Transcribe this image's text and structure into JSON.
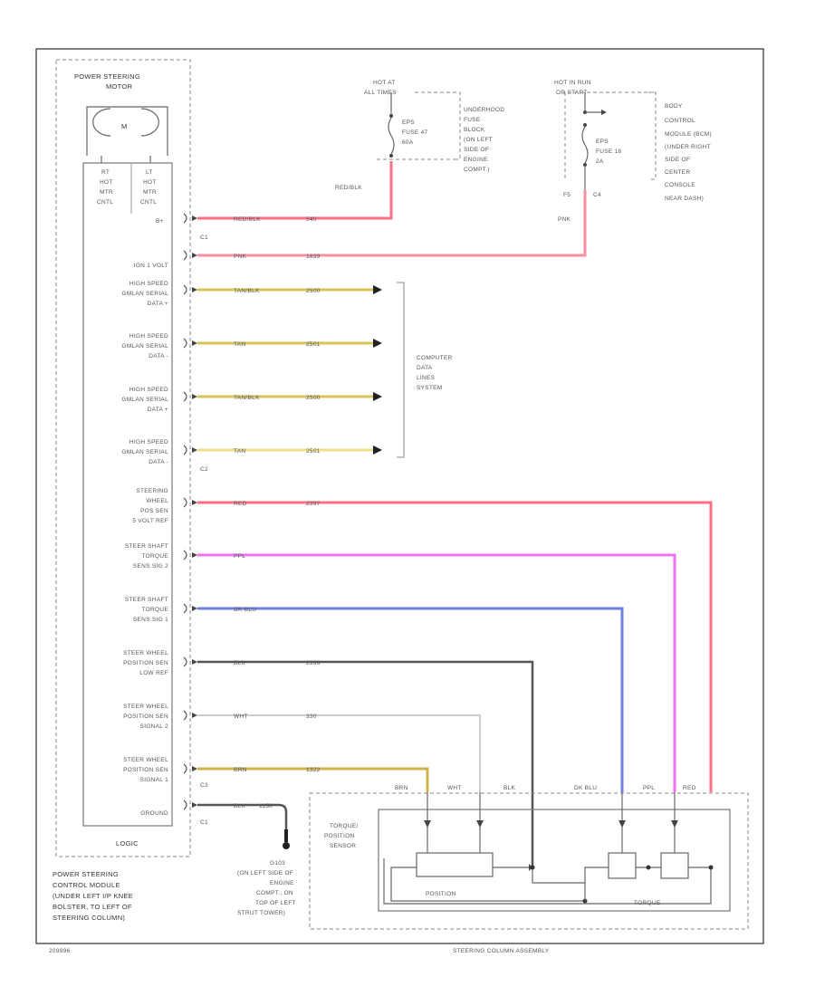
{
  "ps_motor": {
    "title": "POWER STEERING",
    "sub": "MOTOR",
    "symbol": "M"
  },
  "module_terms": [
    "RT",
    "HOT",
    "MTR",
    "CNTL",
    "LT",
    "HOT",
    "MTR",
    "CNTL"
  ],
  "bplus": "B+",
  "connectors": {
    "c1": "C1",
    "c1b": "C1",
    "c2": "C2",
    "c3": "C3"
  },
  "pins": [
    {
      "label": [
        "IGN 1 VOLT"
      ],
      "color": "PNK",
      "circuit": "1639"
    },
    {
      "label": [
        "HIGH SPEED",
        "GMLAN SERIAL",
        "DATA +"
      ],
      "color": "TAN/BLK",
      "circuit": "2500"
    },
    {
      "label": [
        "HIGH SPEED",
        "GMLAN SERIAL",
        "DATA -"
      ],
      "color": "TAN",
      "circuit": "2501"
    },
    {
      "label": [
        "HIGH SPEED",
        "GMLAN SERIAL",
        "DATA +"
      ],
      "color": "TAN/BLK",
      "circuit": "2500"
    },
    {
      "label": [
        "HIGH SPEED",
        "GMLAN SERIAL",
        "DATA -"
      ],
      "color": "TAN",
      "circuit": "2501"
    },
    {
      "label": [
        "STEERING",
        "WHEEL",
        "POS SEN",
        "5 VOLT REF"
      ],
      "color": "RED",
      "circuit": "2397"
    },
    {
      "label": [
        "STEER SHAFT",
        "TORQUE",
        "SENS SIG 2"
      ],
      "color": "PPL",
      "circuit": ""
    },
    {
      "label": [
        "STEER SHAFT",
        "TORQUE",
        "SENS SIG 1"
      ],
      "color": "DK BLU",
      "circuit": ""
    },
    {
      "label": [
        "STEER WHEEL",
        "POSITION SEN",
        "LOW REF"
      ],
      "color": "BLK",
      "circuit": "2398"
    },
    {
      "label": [
        "STEER WHEEL",
        "POSITION SEN",
        "SIGNAL 2"
      ],
      "color": "WHT",
      "circuit": "330"
    },
    {
      "label": [
        "STEER WHEEL",
        "POSITION SEN",
        "SIGNAL 1"
      ],
      "color": "BRN",
      "circuit": "1322"
    },
    {
      "label": [
        "GROUND"
      ],
      "color": "BLK",
      "circuit": "1150"
    }
  ],
  "bplus_wire": {
    "color": "RED/BLK",
    "circuit": "540"
  },
  "logic": "LOGIC",
  "module_desc": [
    "POWER STEERING",
    "CONTROL MODULE",
    "(UNDER LEFT I/P KNEE",
    "BOLSTER, TO LEFT OF",
    "STEERING COLUMN)"
  ],
  "ground_desc": [
    "G103",
    "(ON LEFT SIDE OF",
    "ENGINE",
    "COMPT., ON",
    "TOP OF LEFT",
    "STRUT TOWER)"
  ],
  "fuse1": {
    "hot": [
      "HOT AT",
      "ALL TIMES"
    ],
    "fuse": [
      "EPS",
      "FUSE 47",
      "60A"
    ],
    "block": [
      "UNDERHOOD",
      "FUSE",
      "BLOCK",
      "(ON LEFT",
      "SIDE OF",
      "ENGINE",
      "COMPT.)"
    ],
    "wire": "RED/BLK"
  },
  "fuse2": {
    "hot": [
      "HOT IN RUN",
      "OR START"
    ],
    "fuse": [
      "EPS",
      "FUSE 16",
      "2A"
    ],
    "block": [
      "BODY",
      "CONTROL",
      "MODULE (BCM)",
      "(UNDER RIGHT",
      "SIDE OF",
      "CENTER",
      "CONSOLE",
      "NEAR DASH)"
    ],
    "f5": "F5",
    "c4": "C4",
    "wire": "PNK"
  },
  "data_lines": [
    "COMPUTER",
    "DATA",
    "LINES",
    "SYSTEM"
  ],
  "sensor": {
    "name": [
      "TORQUE/",
      "POSITION",
      "SENSOR"
    ],
    "wire_labels": [
      "BRN",
      "WHT",
      "BLK",
      "DK BLU",
      "PPL",
      "RED"
    ],
    "position": "POSITION",
    "torque": "TORQUE"
  },
  "column_assembly": "STEERING COLUMN ASSEMBLY",
  "page_code": "209996",
  "wire_colors": {
    "red": "#ff6f86",
    "pink": "#ff8fa0",
    "tan": "#d9c45a",
    "tan_light": "#efdf8a",
    "purple": "#f271f2",
    "blue": "#6f7fdc",
    "black": "#555555",
    "white": "#cccccc",
    "brown": "#cfb24a"
  }
}
